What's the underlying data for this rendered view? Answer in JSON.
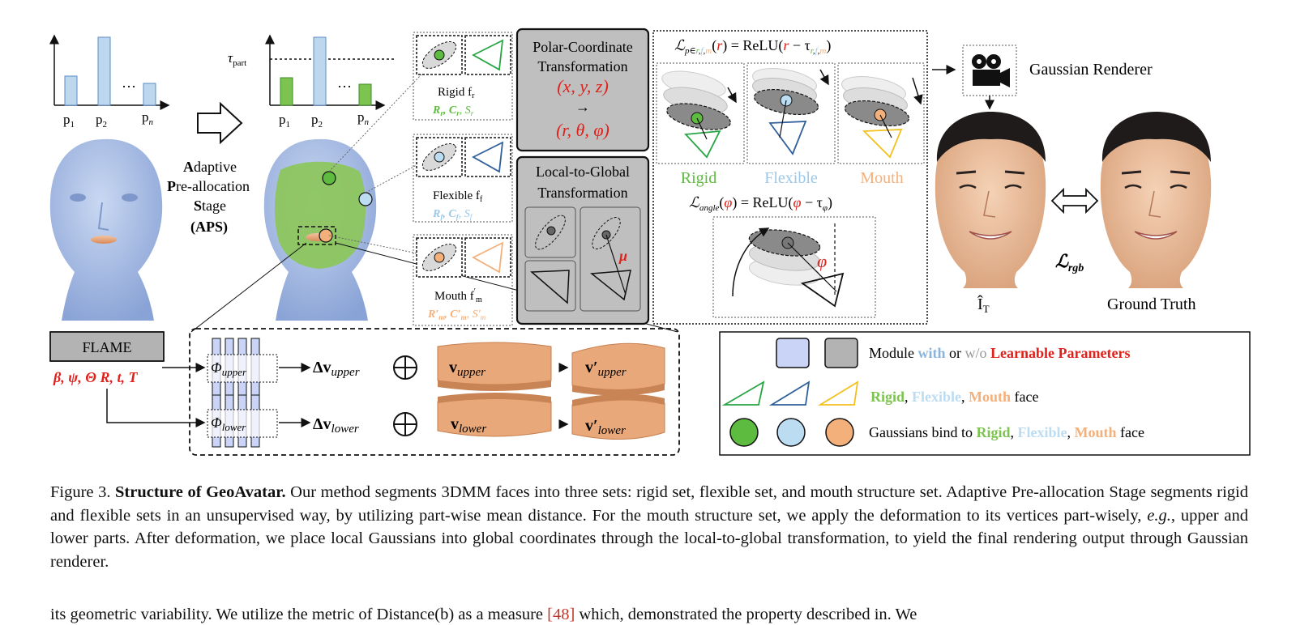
{
  "colors": {
    "rigid": "#5dbb3f",
    "flexible": "#9cc8e8",
    "mouth": "#f4b07a",
    "learnable_red": "#e0201a",
    "rigid_tri": "#27a545",
    "flexible_tri": "#2f5f99",
    "mouth_tri": "#f2c11e",
    "face_blue": "#a8bfe6",
    "lip": "#f0a070",
    "gray_box": "#b3b3b3",
    "light_blue_box": "#c9d4f6"
  },
  "histogram": {
    "labels": [
      "p",
      "p",
      "…",
      "p"
    ],
    "subscripts": [
      "1",
      "2",
      "",
      "n"
    ],
    "threshold": "τ",
    "threshold_sub": "part",
    "dots": "…"
  },
  "aps": {
    "line1_bold": "A",
    "line1_rest": "daptive",
    "line2_bold": "P",
    "line2_rest": "re-allocation",
    "line3_bold": "S",
    "line3_rest": "tage",
    "line4": "(APS)"
  },
  "rigid_panel": {
    "label": "Rigid f",
    "label_sub": "r",
    "params": "R",
    "params_c": "C",
    "params_s": "S"
  },
  "flexible_panel": {
    "label": "Flexible f",
    "label_sub": "f"
  },
  "mouth_panel": {
    "label": "Mouth f",
    "label_sub": "m"
  },
  "polar_box": {
    "line1": "Polar-Coordinate",
    "line2": "Transformation",
    "xyz": "(x, y, z)",
    "arrow": "→",
    "rtp": "(r, θ, φ)"
  },
  "local_global_box": {
    "line1": "Local-to-Global",
    "line2": "Transformation",
    "mu": "μ"
  },
  "loss_panel": {
    "loss_r": "ReLU(",
    "labels": [
      "Rigid",
      "Flexible",
      "Mouth"
    ],
    "angle_loss": "ReLU(",
    "phi": "φ"
  },
  "renderer": {
    "label": "Gaussian Renderer",
    "pred_label": "Î",
    "pred_sub": "T",
    "gt_label": "Ground Truth",
    "loss": "ℒ"
  },
  "flame": {
    "label": "FLAME",
    "params": "β, ψ, Θ R, t, T"
  },
  "deform": {
    "phi_upper": "Φ",
    "phi_upper_sub": "upper",
    "phi_lower": "Φ",
    "phi_lower_sub": "lower",
    "dv_upper": "Δv",
    "dv_upper_sub": "upper",
    "dv_lower": "Δv",
    "dv_lower_sub": "lower",
    "v_upper": "v",
    "v_upper_sub": "upper",
    "v_lower": "v",
    "v_lower_sub": "lower",
    "vp_upper": "v′",
    "vp_upper_sub": "upper",
    "vp_lower": "v′",
    "vp_lower_sub": "lower"
  },
  "legend": {
    "row1_module": "Module",
    "row1_with": "with",
    "row1_or": "or",
    "row1_wo": "w/o",
    "row1_learnable": "Learnable Parameters",
    "row2_rigid": "Rigid",
    "row2_flexible": "Flexible",
    "row2_mouth": "Mouth",
    "row2_face": "face",
    "row3_prefix": "Gaussians bind to",
    "row3_rigid": "Rigid",
    "row3_flexible": "Flexible",
    "row3_mouth": "Mouth",
    "row3_face": "face"
  },
  "caption": {
    "fig_label": "Figure 3.",
    "title": "Structure of GeoAvatar.",
    "text1": "Our method segments 3DMM faces into three sets: rigid set, flexible set, and mouth structure set. Adaptive Pre-allocation Stage segments rigid and flexible sets in an unsupervised way, by utilizing part-wise mean distance. For the mouth structure set, we apply the deformation to its vertices part-wisely,",
    "eg": "e.g.",
    "text2": ", upper and lower parts. After deformation, we place local Gaussians into global coordinates through the local-to-global transformation, to yield the final rendering output through Gaussian renderer."
  },
  "cutoff_line": {
    "text1": "its geometric variability. We utilize the metric of Distance(b) as a measure",
    "ref": "[48]",
    "text2": "which, demonstrated the property described in. We"
  }
}
